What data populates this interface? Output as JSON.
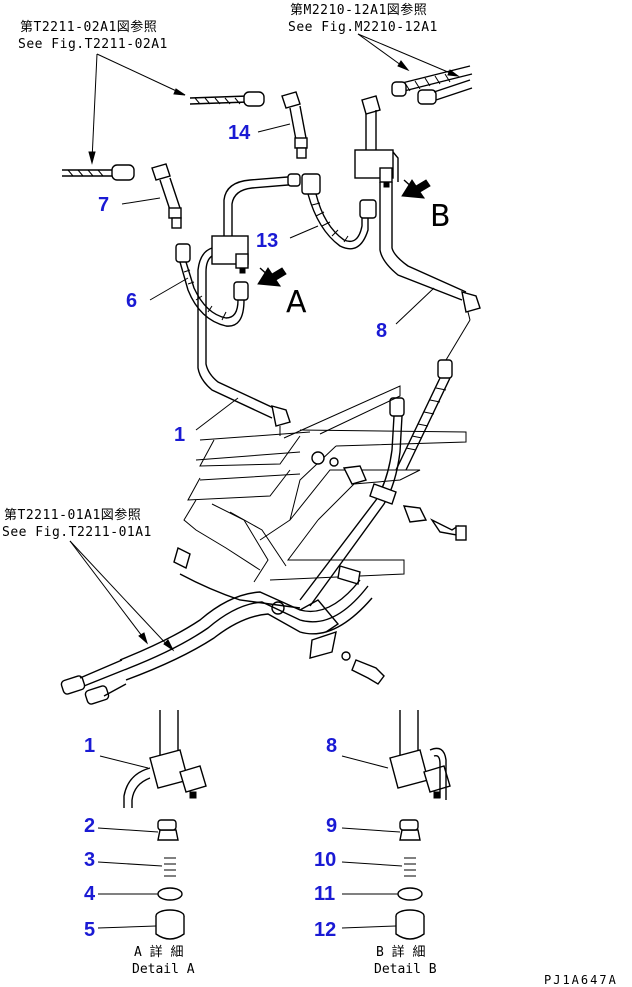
{
  "refs": {
    "top_left_jp": "第T2211-02A1図参照",
    "top_left_en": "See Fig.T2211-02A1",
    "top_right_jp": "第M2210-12A1図参照",
    "top_right_en": "See Fig.M2210-12A1",
    "mid_left_jp": "第T2211-01A1図参照",
    "mid_left_en": "See Fig.T2211-01A1"
  },
  "part_numbers": {
    "p1": "1",
    "p6": "6",
    "p7": "7",
    "p8": "8",
    "p13": "13",
    "p14": "14",
    "dA1": "1",
    "dA2": "2",
    "dA3": "3",
    "dA4": "4",
    "dA5": "5",
    "dB8": "8",
    "dB9": "9",
    "dB10": "10",
    "dB11": "11",
    "dB12": "12"
  },
  "view_letters": {
    "a": "A",
    "b": "B"
  },
  "details": {
    "a_jp": "A 詳 細",
    "a_en": "Detail A",
    "b_jp": "B 詳 細",
    "b_en": "Detail B"
  },
  "drawing_code": "PJ1A647A"
}
